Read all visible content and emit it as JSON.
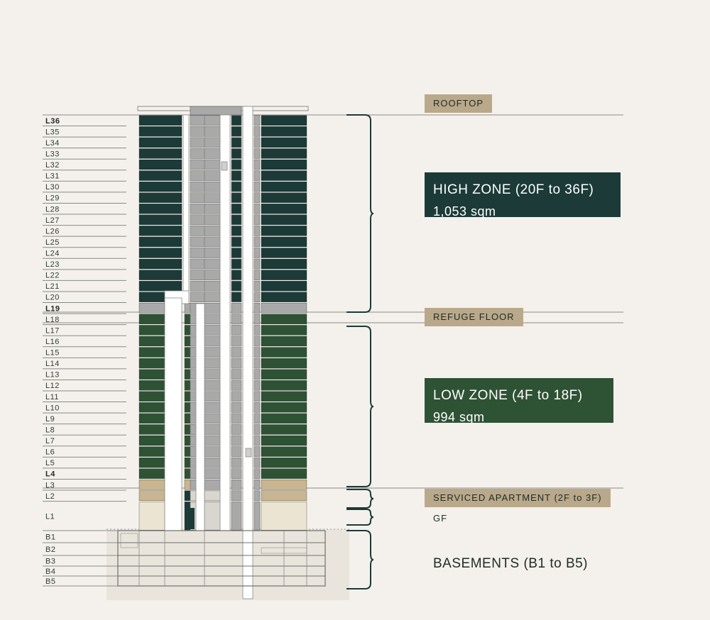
{
  "floors": {
    "above": [
      "L36",
      "L35",
      "L34",
      "L33",
      "L32",
      "L31",
      "L30",
      "L29",
      "L28",
      "L27",
      "L26",
      "L25",
      "L24",
      "L23",
      "L22",
      "L21",
      "L20",
      "L19",
      "L18",
      "L17",
      "L16",
      "L15",
      "L14",
      "L13",
      "L12",
      "L11",
      "L10",
      "L9",
      "L8",
      "L7",
      "L6",
      "L5",
      "L4",
      "L3",
      "L2",
      "L1"
    ],
    "basements": [
      "B1",
      "B2",
      "B3",
      "B4",
      "B5"
    ],
    "bold": [
      "L36",
      "L19",
      "L4"
    ]
  },
  "labels": {
    "rooftop": "ROOFTOP",
    "refuge": "REFUGE FLOOR",
    "serviced": "SERVICED APARTMENT (2F to 3F)",
    "gf": "GF",
    "high_zone_title": "HIGH ZONE (20F to 36F)",
    "high_zone_area": "1,053 sqm",
    "low_zone_title": "LOW ZONE (4F to 18F)",
    "low_zone_area": "994 sqm",
    "basements": "BASEMENTS (B1 to B5)"
  },
  "colors": {
    "background": "#f4f1ec",
    "high_zone": "#1b3a38",
    "low_zone": "#2e5234",
    "tag": "#b9a98a",
    "core": "#a9a9a9",
    "serviced": "#c9b58f",
    "lobby": "#ece4d2"
  }
}
